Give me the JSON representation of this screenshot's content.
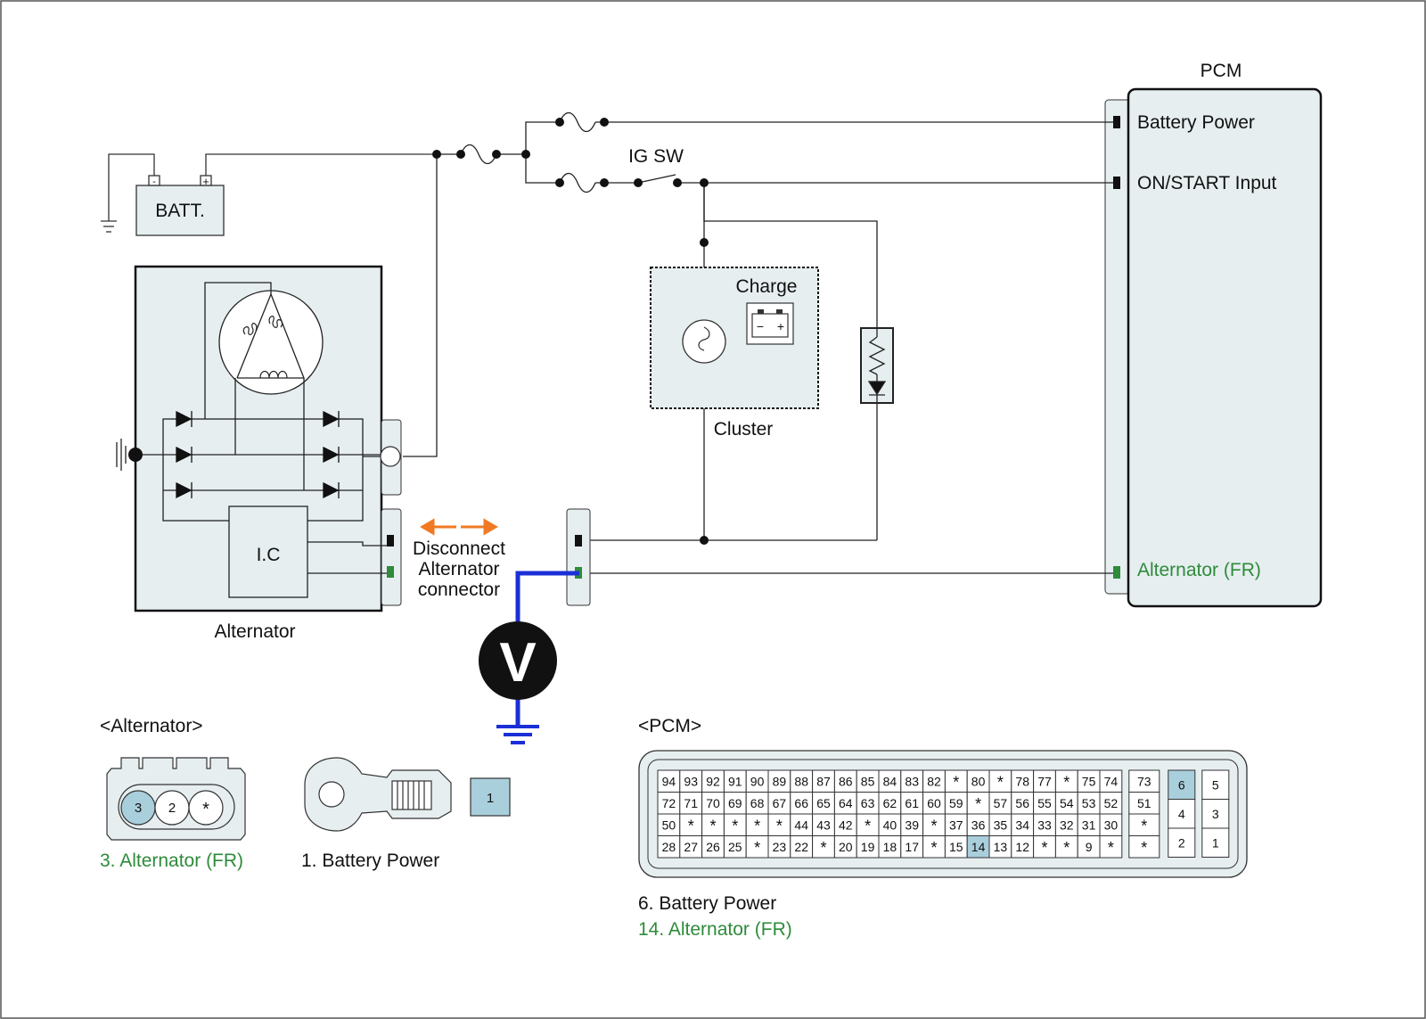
{
  "pcm_title": "PCM",
  "pcm_pins": {
    "battery_power": "Battery Power",
    "on_start": "ON/START Input",
    "alternator_fr": "Alternator (FR)"
  },
  "ig_sw": "IG SW",
  "battery": {
    "label": "BATT.",
    "minus": "-",
    "plus": "+"
  },
  "cluster": {
    "title": "Cluster",
    "warning": "Charge",
    "icon_minus": "−",
    "icon_plus": "+"
  },
  "alternator_block": {
    "title": "Alternator",
    "ic": "I.C"
  },
  "disconnect_note": [
    "Disconnect",
    "Alternator",
    "connector"
  ],
  "voltmeter": "V",
  "alternator_connector": {
    "heading": "<Alternator>",
    "pins": [
      "3",
      "2",
      "*"
    ],
    "terminal": "1",
    "legend_fr": "3. Alternator (FR)",
    "legend_batt": "1. Battery Power"
  },
  "pcm_connector": {
    "heading": "<PCM>",
    "rows": [
      [
        "94",
        "93",
        "92",
        "91",
        "90",
        "89",
        "88",
        "87",
        "86",
        "85",
        "84",
        "83",
        "82",
        "*",
        "80",
        "*",
        "78",
        "77",
        "*",
        "75",
        "74"
      ],
      [
        "72",
        "71",
        "70",
        "69",
        "68",
        "67",
        "66",
        "65",
        "64",
        "63",
        "62",
        "61",
        "60",
        "59",
        "*",
        "57",
        "56",
        "55",
        "54",
        "53",
        "52"
      ],
      [
        "50",
        "*",
        "*",
        "*",
        "*",
        "*",
        "44",
        "43",
        "42",
        "*",
        "40",
        "39",
        "*",
        "37",
        "36",
        "35",
        "34",
        "33",
        "32",
        "31",
        "30"
      ],
      [
        "28",
        "27",
        "26",
        "25",
        "*",
        "23",
        "22",
        "*",
        "20",
        "19",
        "18",
        "17",
        "*",
        "15",
        "14",
        "13",
        "12",
        "*",
        "*",
        "9",
        "*"
      ]
    ],
    "side_col": [
      "73",
      "51",
      "*",
      "*"
    ],
    "block_left": [
      "6",
      "4",
      "2"
    ],
    "block_right": [
      "5",
      "3",
      "1"
    ],
    "highlighted": [
      "14",
      "6"
    ],
    "legend_batt": "6. Battery Power",
    "legend_fr": "14. Alternator (FR)"
  },
  "colors": {
    "accent_green": "#2e8b3a",
    "highlight": "#aacfdc",
    "wire_blue": "#1b2fd6",
    "arrow_orange": "#f07a23",
    "box_fill": "#e6eef0"
  }
}
